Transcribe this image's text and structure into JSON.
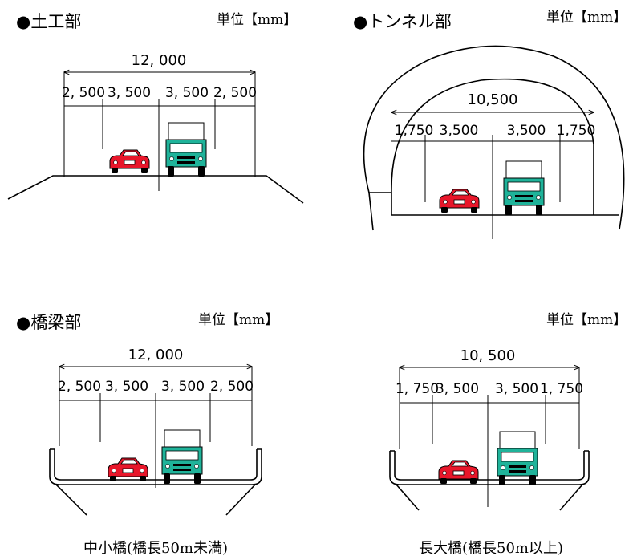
{
  "earthwork": {
    "title": "●土工部",
    "unit": "単位【mm】",
    "total": "12, 000",
    "lanes": [
      "2, 500",
      "3, 500",
      "3, 500",
      "2, 500"
    ]
  },
  "tunnel": {
    "title": "●トンネル部",
    "unit": "単位【mm】",
    "total": "10,500",
    "lanes": [
      "1,750",
      "3,500",
      "3,500",
      "1,750"
    ]
  },
  "bridge": {
    "title": "●橋梁部",
    "unit": "単位【mm】"
  },
  "small_bridge": {
    "total": "12, 000",
    "lanes": [
      "2, 500",
      "3, 500",
      "3, 500",
      "2, 500"
    ],
    "caption": "中小橋(橋長50m未満)"
  },
  "long_bridge": {
    "unit": "単位【mm】",
    "total": "10, 500",
    "lanes": [
      "1, 750",
      "3, 500",
      "3, 500",
      "1, 750"
    ],
    "caption": "長大橋(橋長50m以上)"
  },
  "colors": {
    "car": "#e8162a",
    "truck": "#1fb39a",
    "line": "#000000"
  },
  "icons": [
    "car-icon",
    "truck-icon"
  ]
}
